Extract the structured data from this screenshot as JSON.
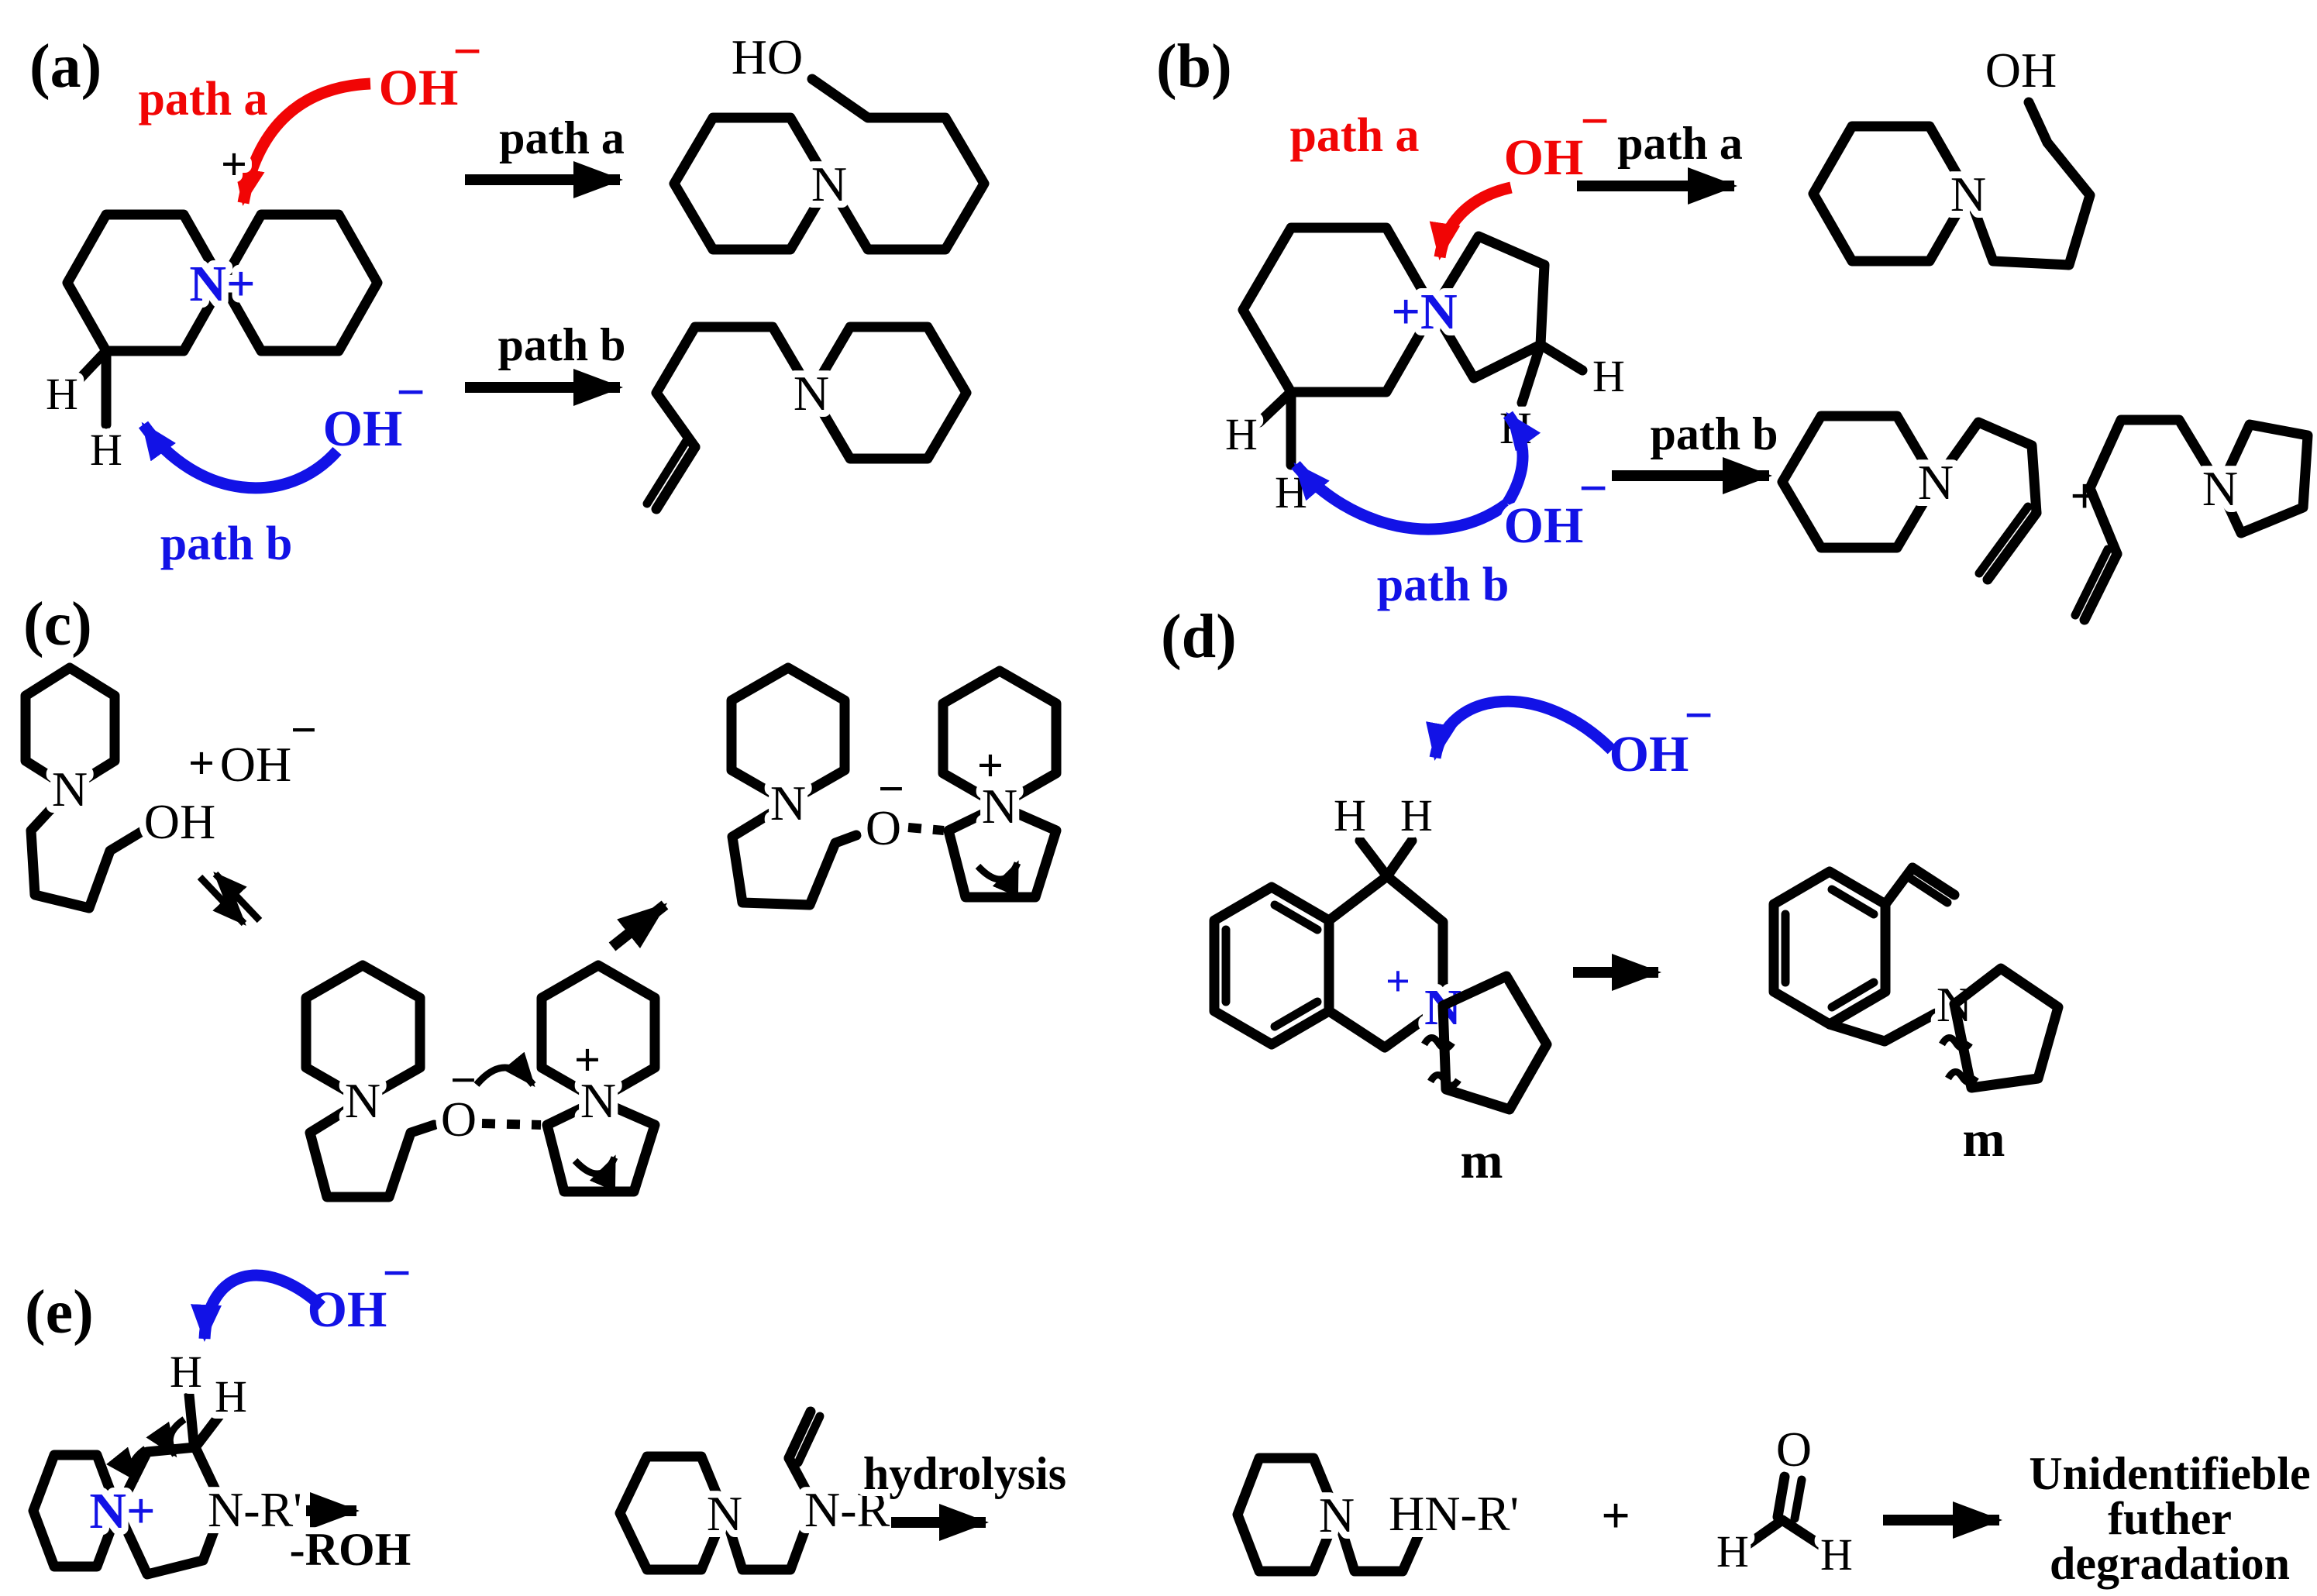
{
  "colors": {
    "bond": "#000000",
    "red": "#f10505",
    "blue": "#1212e6",
    "background": "#ffffff"
  },
  "panel_labels": {
    "a": "(a)",
    "b": "(b)",
    "c": "(c)",
    "d": "(d)",
    "e": "(e)"
  },
  "labels": {
    "path_a": "path a",
    "path_b": "path b",
    "hydrolysis": "hydrolysis",
    "minus_roh": "-ROH",
    "final": [
      "Unidentifieble",
      "futher",
      "degradation"
    ]
  },
  "atoms": {
    "N": "N",
    "N_plus": "N+",
    "plus_N": "+N",
    "O": "O",
    "OH": "OH",
    "HO": "HO",
    "H": "H",
    "N_R": "N-R'",
    "HN_R": "HN-R'"
  },
  "charges": {
    "plus": "+",
    "minus": "−"
  },
  "repeat_unit": "m"
}
